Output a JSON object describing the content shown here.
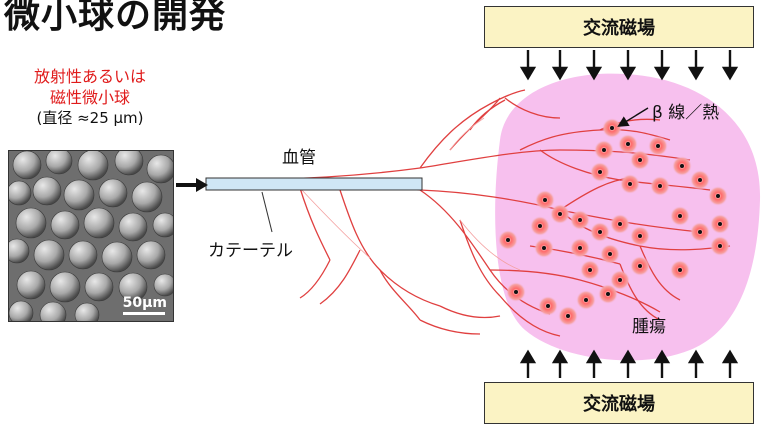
{
  "title": "微小球の開発",
  "sphere_label": {
    "line1": "放射性あるいは",
    "line2": "磁性微小球",
    "line3": "(直径 ≈25 μm)"
  },
  "sem_image": {
    "scale_label": "50μm"
  },
  "labels": {
    "vessel": "血管",
    "catheter": "カテーテル",
    "beta_heat": "β 線／熱",
    "tumor": "腫瘍"
  },
  "field_top": "交流磁場",
  "field_bottom": "交流磁場",
  "colors": {
    "vessel_red": "#e04040",
    "tumor_pink": "#f7c0ee",
    "catheter_blue": "#cfe6f5",
    "field_box": "#fbf3c4"
  }
}
